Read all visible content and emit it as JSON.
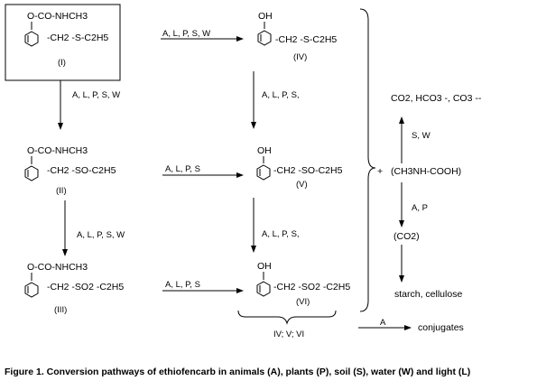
{
  "compounds": [
    {
      "id": "I",
      "numeral": "(I)",
      "group": "O-CO-NHCH3",
      "chain": "-CH2 -S-C2H5"
    },
    {
      "id": "II",
      "numeral": "(II)",
      "group": "O-CO-NHCH3",
      "chain": "-CH2 -SO-C2H5"
    },
    {
      "id": "III",
      "numeral": "(III)",
      "group": "O-CO-NHCH3",
      "chain": "-CH2 -SO2 -C2H5"
    },
    {
      "id": "IV",
      "numeral": "(IV)",
      "group": "OH",
      "chain": "-CH2 -S-C2H5"
    },
    {
      "id": "V",
      "numeral": "(V)",
      "group": "OH",
      "chain": "-CH2 -SO-C2H5"
    },
    {
      "id": "VI",
      "numeral": "(VI)",
      "group": "OH",
      "chain": "-CH2 -SO2 -C2H5"
    }
  ],
  "conditions": {
    "i_to_iv": "A, L, P, S, W",
    "i_to_ii": "A, L, P, S, W",
    "iv_to_v": "A, L, P, S,",
    "ii_to_v": "A, L, P, S",
    "ii_to_iii": "A, L, P, S, W",
    "v_to_vi": "A, L, P, S,",
    "iii_to_vi": "A, L, P, S",
    "carbamic_to_co2_ions": "S, W",
    "carbamic_to_co2": "A, P",
    "to_conjugates": "A"
  },
  "products": {
    "plus": "+",
    "carbamic_acid": "(CH3NH-COOH)",
    "co2_ions": "CO2, HCO3 -, CO3 --",
    "co2_paren": "(CO2)",
    "starch": "starch, cellulose",
    "group_label": "IV; V; VI",
    "conjugates": "conjugates"
  },
  "caption": "Figure 1.  Conversion pathways of ethiofencarb in animals  (A), plants  (P), soil  (S), water  (W)  and light (L)"
}
